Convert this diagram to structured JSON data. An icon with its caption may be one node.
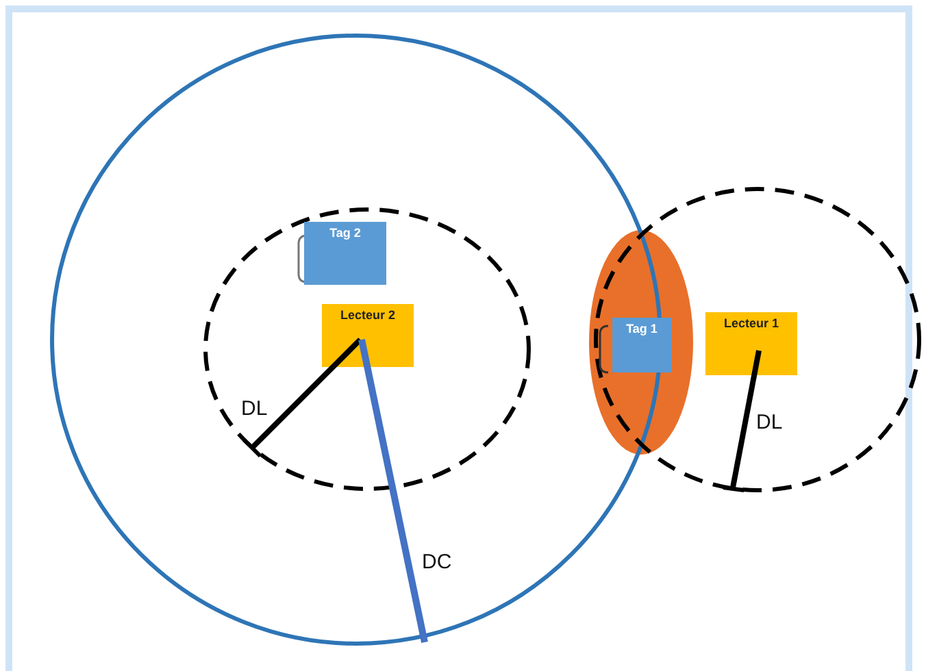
{
  "diagram": {
    "nodes": [
      {
        "text": [
          "Tag 2"
        ]
      },
      {
        "text": [
          "Lecteur 2"
        ]
      },
      {
        "text": [
          "Tag 1"
        ]
      },
      {
        "text": [
          "Lecteur 1"
        ]
      }
    ],
    "labels": [
      "DL",
      "DL",
      "DC"
    ]
  }
}
